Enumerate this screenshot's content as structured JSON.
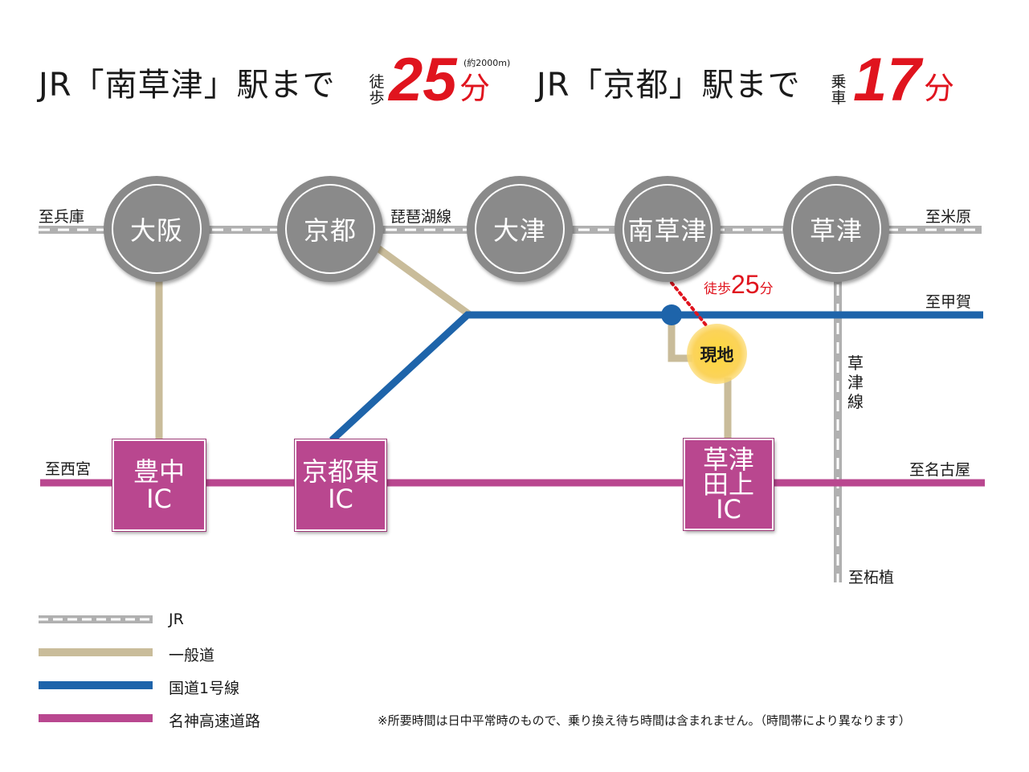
{
  "headline": {
    "jr1_prefix": "JR「南草津」駅まで",
    "walk_top": "徒",
    "walk_bottom": "歩",
    "walk_minutes": "25",
    "minutes_unit": "分",
    "distance_note": "(約2000m)",
    "jr2_prefix": "JR「京都」駅まで",
    "ride_top": "乗",
    "ride_bottom": "車",
    "ride_minutes": "17"
  },
  "stations": [
    "大阪",
    "京都",
    "大津",
    "南草津",
    "草津"
  ],
  "jr_line_name": "琵琶湖線",
  "directions": {
    "west_jr": "至兵庫",
    "east_jr": "至米原",
    "east_route1": "至甲賀",
    "west_meishin": "至西宮",
    "east_meishin": "至名古屋",
    "south_kusatsu": "至柘植"
  },
  "kusatsu_line": [
    "草",
    "津",
    "線"
  ],
  "ics": {
    "toyonaka": [
      "豊中",
      "IC"
    ],
    "kyoto_higashi": [
      "京都東",
      "IC"
    ],
    "kusatsu_tanokami": [
      "草津",
      "田上",
      "IC"
    ]
  },
  "walk_label": {
    "prefix": "徒歩",
    "minutes": "25",
    "unit": "分"
  },
  "current_location": "現地",
  "legend": [
    {
      "label": "JR"
    },
    {
      "label": "一般道"
    },
    {
      "label": "国道1号線"
    },
    {
      "label": "名神高速道路"
    }
  ],
  "footnote": "※所要時間は日中平常時のもので、乗り換え待ち時間は含まれません。（時間帯により異なります）",
  "colors": {
    "jr": "#b0b0b0",
    "general_road": "#c9bc9a",
    "route1": "#1e64aa",
    "meishin": "#b9478f",
    "accent_red": "#e0141e",
    "here_yellow": "#ffd83a"
  }
}
